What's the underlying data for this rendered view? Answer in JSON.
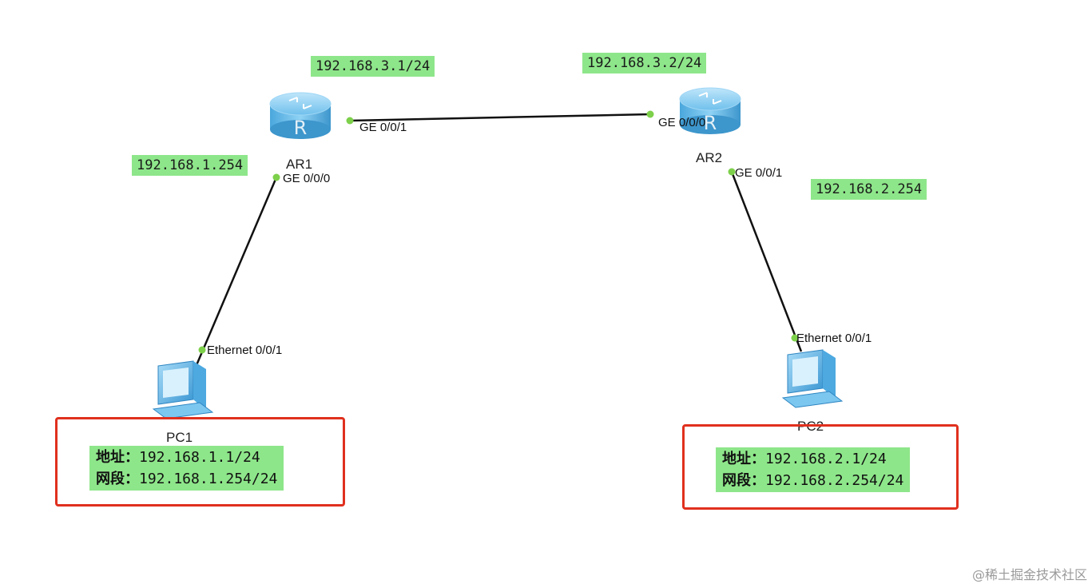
{
  "links": [
    {
      "name": "AR1-AR2",
      "a_port": "GE 0/0/1",
      "b_port": "GE 0/0/0"
    },
    {
      "name": "AR1-PC1",
      "a_port": "GE 0/0/0",
      "b_port": "Ethernet 0/0/1"
    },
    {
      "name": "AR2-PC2",
      "a_port": "GE 0/0/1",
      "b_port": "Ethernet 0/0/1"
    }
  ],
  "devices": {
    "ar1": "AR1",
    "ar2": "AR2",
    "pc1": "PC1",
    "pc2": "PC2"
  },
  "ip_labels": {
    "ar1_ge001": "192.168.3.1/24",
    "ar2_ge000": "192.168.3.2/24",
    "ar1_ge000": "192.168.1.254",
    "ar2_ge001": "192.168.2.254"
  },
  "pc1_info": {
    "addr_key": "地址：",
    "addr_val": "192.168.1.1/24",
    "net_key": "网段：",
    "net_val": "192.168.1.254/24"
  },
  "pc2_info": {
    "addr_key": "地址：",
    "addr_val": "192.168.2.1/24",
    "net_key": "网段：",
    "net_val": "192.168.2.254/24"
  },
  "watermark": "@稀土掘金技术社区",
  "colors": {
    "ip_highlight": "#8ee68a",
    "port_dot": "#7dd04a",
    "callout_border": "#e0301e",
    "router_body": "#6fc0ec",
    "pc_body": "#5fb6ea"
  },
  "icons": {
    "router": "router-icon",
    "pc": "pc-icon"
  }
}
